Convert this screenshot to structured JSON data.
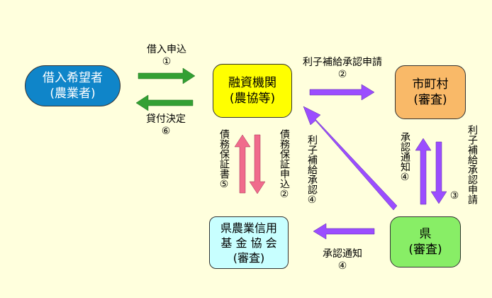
{
  "nodes": {
    "borrower": {
      "line1": "借入希望者",
      "line2": "(農業者)"
    },
    "bank": {
      "line1": "融資機関",
      "line2": "(農協等)"
    },
    "city": {
      "line1": "市町村",
      "line2": "(審査)"
    },
    "prefecture": {
      "line1": "県",
      "line2": "(審査)"
    },
    "guarantee": {
      "line1": "県農業信用",
      "line2": "基 金 協 会",
      "line3": "(審査)"
    }
  },
  "labels": {
    "loan_application": {
      "text": "借入申込",
      "num": "①"
    },
    "loan_decision": {
      "text": "貸付決定",
      "num": "⑥"
    },
    "subsidy_request_bank_city": {
      "text": "利子補給承認申請",
      "num": "②"
    },
    "subsidy_request_city_pref": {
      "text": "利子補給承認申請",
      "num": "③"
    },
    "approval_notice_pref_city": {
      "text": "承認通知",
      "num": "④"
    },
    "subsidy_approval_pref_bank": {
      "text": "利子補給承認",
      "num": "④"
    },
    "approval_notice_pref_guarantee": {
      "text": "承認通知",
      "num": "④"
    },
    "debt_guarantee_request": {
      "text": "債務保証申込",
      "num": "②"
    },
    "debt_guarantee_certificate": {
      "text": "債務保証書",
      "num": "⑤"
    }
  },
  "colors": {
    "background": "#ffffdd",
    "green_arrow": "#2e9a2e",
    "purple_arrow": "#9b4dff",
    "pink_arrow": "#f06b8c"
  }
}
